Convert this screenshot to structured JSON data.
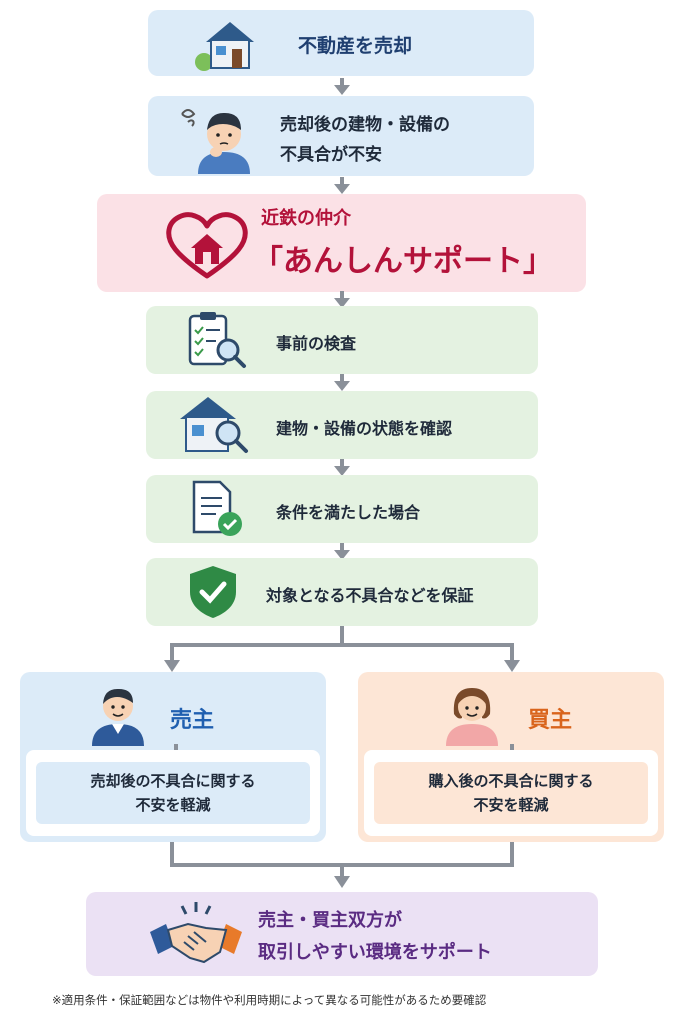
{
  "steps": {
    "s1": "不動産を売却",
    "s2_line1": "売却後の建物・設備の",
    "s2_line2": "不具合が不安",
    "s3_sub": "近鉄の仲介",
    "s3_main": "「あんしんサポート」",
    "s4": "事前の検査",
    "s5": "建物・設備の状態を確認",
    "s6": "条件を満たした場合",
    "s7": "対象となる不具合などを保証"
  },
  "seller": {
    "title": "売主",
    "line1": "売却後の不具合に関する",
    "line2": "不安を軽減"
  },
  "buyer": {
    "title": "買主",
    "line1": "購入後の不具合に関する",
    "line2": "不安を軽減"
  },
  "result": {
    "line1": "売主・買主双方が",
    "line2": "取引しやすい環境をサポート"
  },
  "footnote": "※適用条件・保証範囲などは物件や利用時期によって異なる可能性があるため要確認",
  "colors": {
    "blue_box": "#dcebf8",
    "pink_box": "#fbe1e6",
    "green_box": "#e4f2e1",
    "orange_box": "#fde6d6",
    "purple_box": "#ebe1f4",
    "navy_text": "#1f3f70",
    "red_text": "#b3123a",
    "seller_blue": "#1f5fb0",
    "buyer_orange": "#d9641c",
    "purple_text": "#5a2b82",
    "arrow_gray": "#8a9099"
  },
  "icons": [
    "house-icon",
    "worried-person-icon",
    "heart-house-icon",
    "clipboard-magnifier-icon",
    "house-magnifier-icon",
    "document-check-icon",
    "shield-check-icon",
    "seller-person-icon",
    "buyer-person-icon",
    "handshake-icon"
  ]
}
